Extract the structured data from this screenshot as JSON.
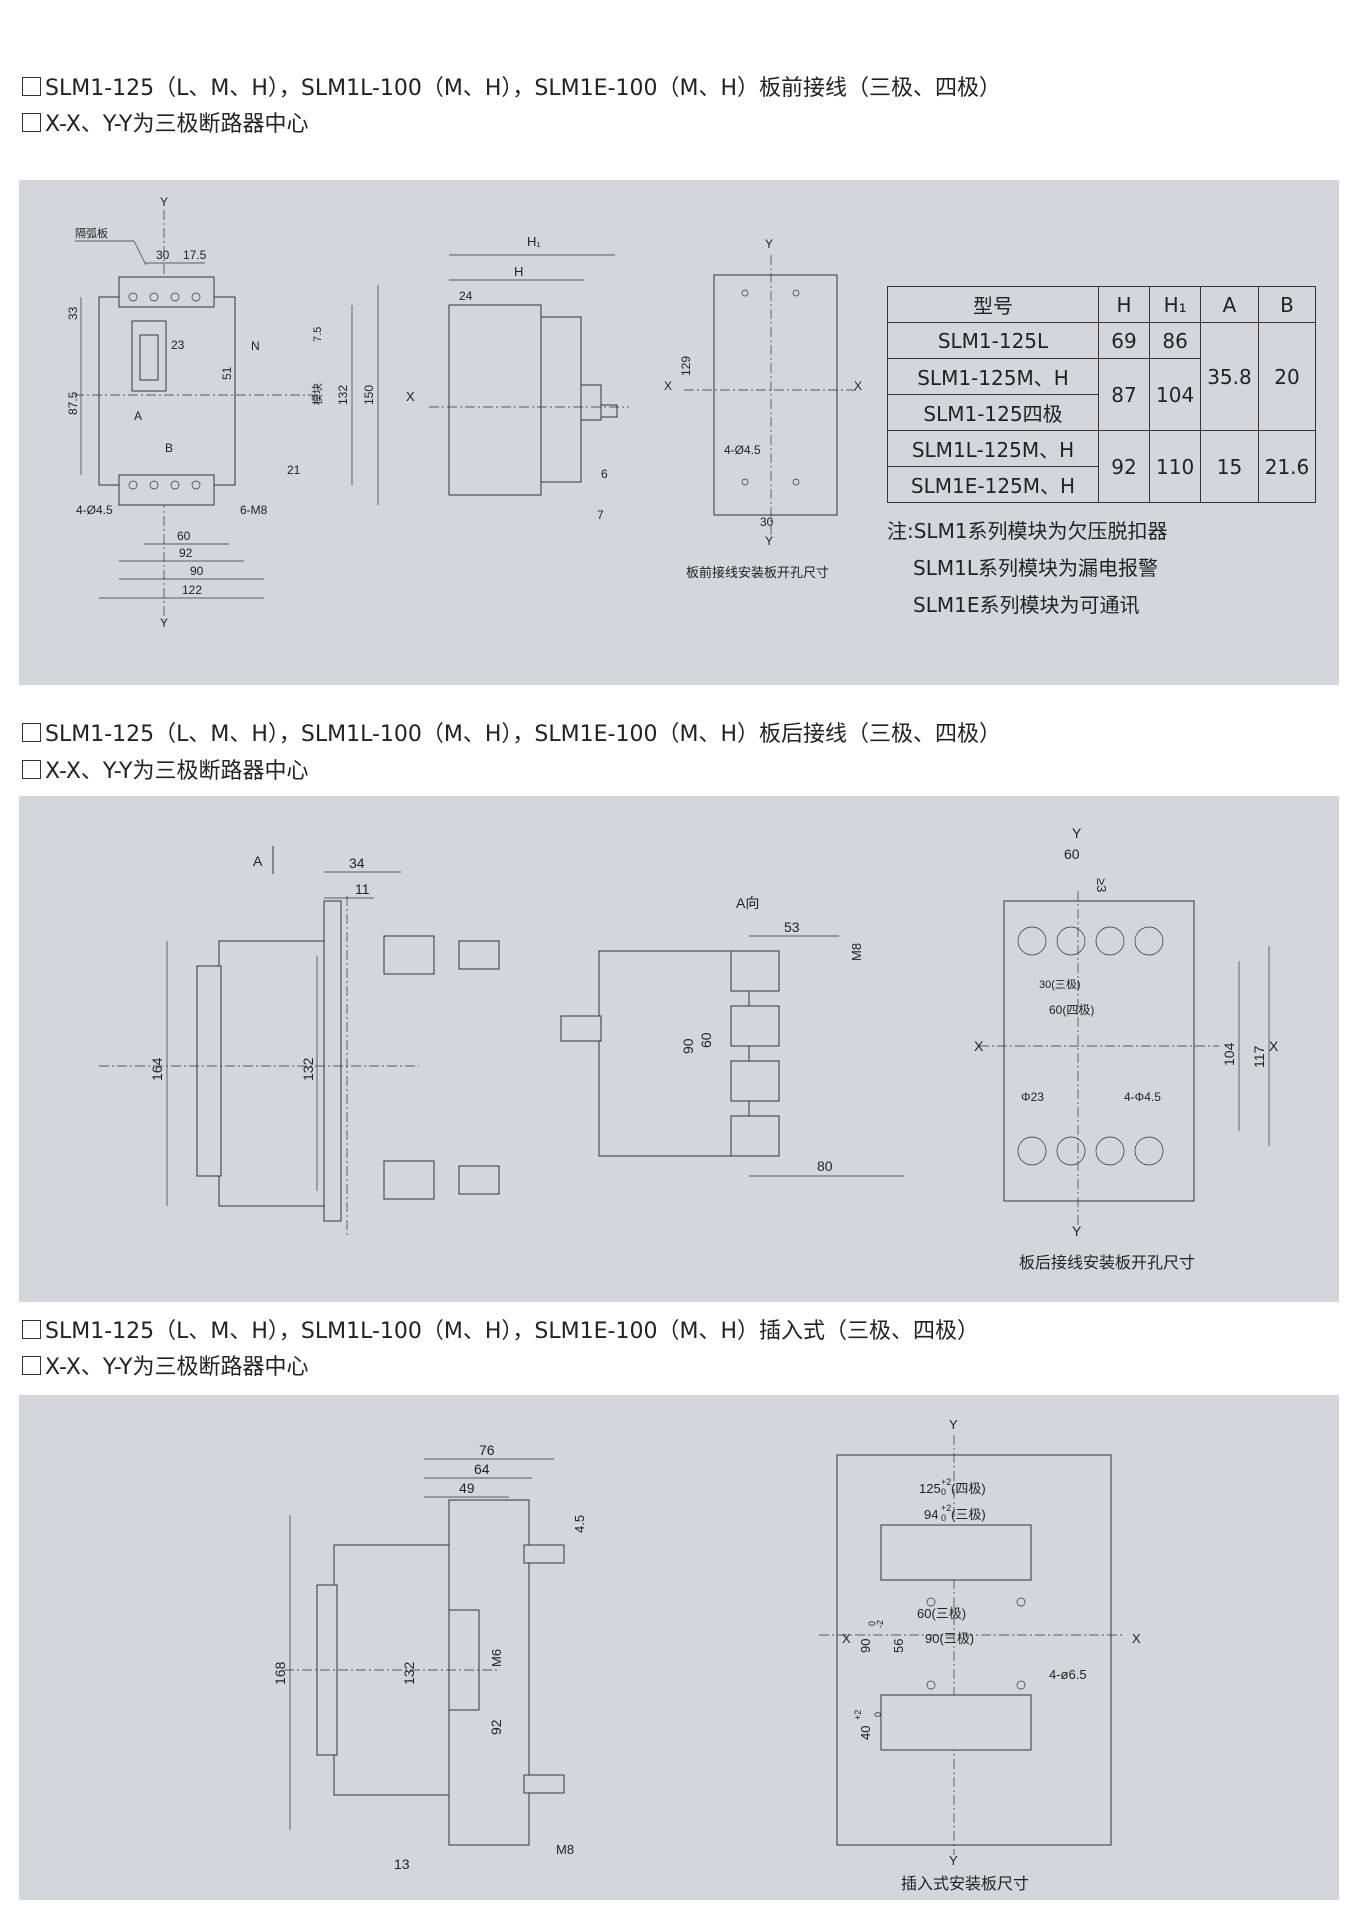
{
  "sections": [
    {
      "title": "SLM1-125（L、M、H），SLM1L-100（M、H），SLM1E-100（M、H）板前接线（三极、四极）",
      "subtitle": "X-X、Y-Y为三极断路器中心"
    },
    {
      "title": "SLM1-125（L、M、H），SLM1L-100（M、H），SLM1E-100（M、H）板后接线（三极、四极）",
      "subtitle": "X-X、Y-Y为三极断路器中心"
    },
    {
      "title": "SLM1-125（L、M、H），SLM1L-100（M、H），SLM1E-100（M、H）插入式（三极、四极）",
      "subtitle": "X-X、Y-Y为三极断路器中心"
    }
  ],
  "table": {
    "headers": [
      "型号",
      "H",
      "H₁",
      "A",
      "B"
    ],
    "rows": [
      [
        "SLM1-125L",
        "69",
        "86",
        "35.8",
        "20"
      ],
      [
        "SLM1-125M、H",
        "87",
        "104",
        "",
        ""
      ],
      [
        "SLM1-125四极",
        "",
        "",
        "",
        ""
      ],
      [
        "SLM1L-125M、H",
        "92",
        "110",
        "15",
        "21.6"
      ],
      [
        "SLM1E-125M、H",
        "",
        "",
        "",
        ""
      ]
    ]
  },
  "notes": [
    "注:SLM1系列模块为欠压脱扣器",
    "SLM1L系列模块为漏电报警",
    "SLM1E系列模块为可通讯"
  ],
  "captions": {
    "front_hole": "板前接线安装板开孔尺寸",
    "rear_hole": "板后接线安装板开孔尺寸",
    "plugin_hole": "插入式安装板尺寸"
  },
  "labels": {
    "d1": {
      "arc": "隔弧板",
      "y": "Y",
      "x": "X",
      "n": "N",
      "a": "A",
      "b": "B",
      "module": "模块",
      "d30": "30",
      "d17": "17.5",
      "d33": "33",
      "d87": "87.5",
      "d23": "23",
      "d51": "51",
      "d7": "7.5",
      "d132": "132",
      "d150": "150",
      "d21": "21",
      "holes": "4-Ø4.5",
      "m8": "6-M8",
      "d60": "60",
      "d92": "92",
      "d90": "90",
      "d122": "122"
    },
    "d2": {
      "h1": "H₁",
      "h": "H",
      "d24": "24",
      "x": "X",
      "d6": "6",
      "d7": "7"
    },
    "d3": {
      "y": "Y",
      "x": "X",
      "d129": "129",
      "holes": "4-Ø4.5",
      "d30": "30"
    },
    "d4": {
      "a": "A",
      "d34": "34",
      "d11": "11",
      "d164": "164",
      "d132": "132"
    },
    "d5": {
      "title": "A向",
      "d53": "53",
      "m8": "M8",
      "d90": "90",
      "d60": "60",
      "d80": "80"
    },
    "d6": {
      "y": "Y",
      "d60": "60",
      "d3": "≥3",
      "d30": "30(三极)",
      "d60b": "60(四极)",
      "x": "X",
      "d104": "104",
      "d117": "117",
      "phi23": "Φ23",
      "holes": "4-Φ4.5"
    },
    "d7": {
      "d76": "76",
      "d64": "64",
      "d49": "49",
      "d45": "4.5",
      "d168": "168",
      "d132": "132",
      "m6": "M6",
      "d92": "92",
      "d13": "13",
      "m8": "M8"
    },
    "d8": {
      "y": "Y",
      "x": "X",
      "d125": "125",
      "d125t": "+2",
      "d125b": "0",
      "d125n": "(四极)",
      "d94": "94",
      "d94t": "+2",
      "d94b": "0",
      "d94n": "(三极)",
      "d60": "60(三极)",
      "d90": "90(三极)",
      "d90v": "90",
      "d90vt": "0",
      "d90vb": "-2",
      "d56": "56",
      "holes": "4-ø6.5",
      "d40": "40",
      "d40t": "+2",
      "d40b": "0"
    }
  }
}
